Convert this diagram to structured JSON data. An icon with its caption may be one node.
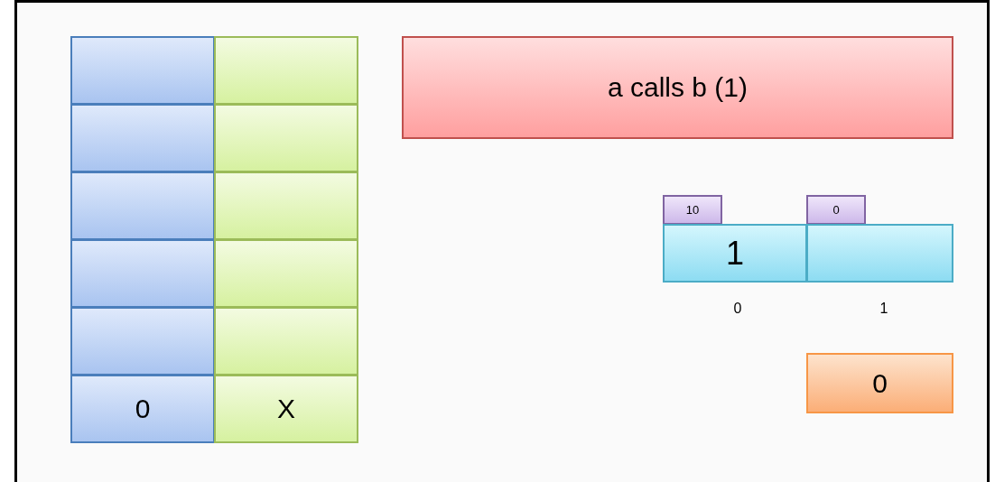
{
  "diagram": {
    "nodes": [
      {
        "text": [],
        "shape": "box"
      },
      {
        "text": [],
        "shape": "box"
      },
      {
        "text": [],
        "shape": "box"
      },
      {
        "text": [],
        "shape": "box"
      },
      {
        "text": [],
        "shape": "box"
      },
      {
        "text": [],
        "shape": "box"
      },
      {
        "text": [],
        "shape": "box"
      },
      {
        "text": [],
        "shape": "box"
      },
      {
        "text": [],
        "shape": "box"
      },
      {
        "text": [],
        "shape": "box"
      },
      {
        "text": [
          "0"
        ]
      },
      {
        "text": [
          "X"
        ]
      },
      {
        "text": [
          "a calls b (1)"
        ]
      },
      {
        "text": [
          "10"
        ]
      },
      {
        "text": [
          "0"
        ]
      },
      {
        "text": [
          "1"
        ]
      },
      {
        "text": [],
        "shape": "box"
      },
      {
        "text": [
          "0"
        ]
      }
    ],
    "edges": [],
    "labels": [
      "0",
      "1"
    ]
  }
}
